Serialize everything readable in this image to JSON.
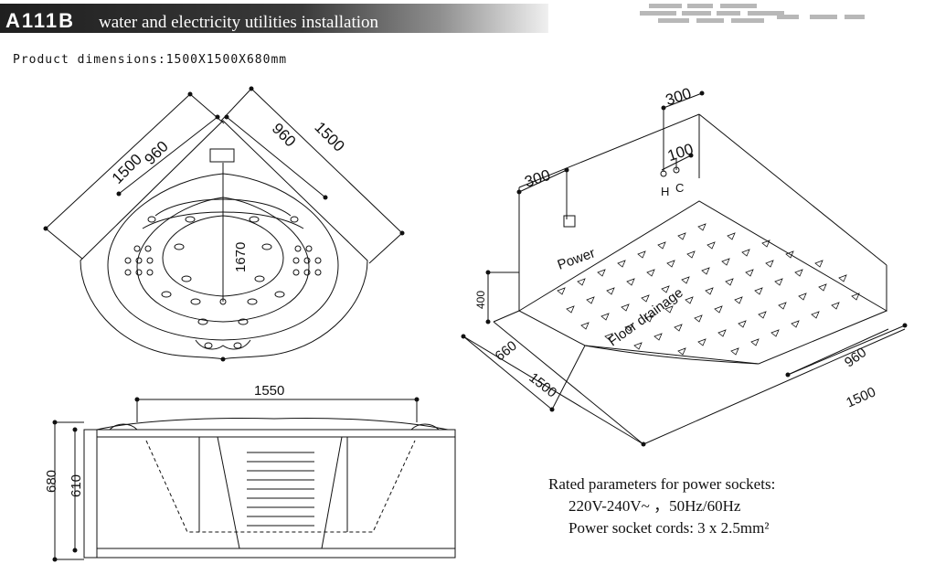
{
  "header": {
    "model": "A111B",
    "title": "water and electricity utilities installation"
  },
  "product_dimensions": "Product dimensions:1500X1500X680mm",
  "top_view": {
    "dim_left_outer": "1500",
    "dim_left_inner": "960",
    "dim_right_inner": "960",
    "dim_right_outer": "1500",
    "dim_diagonal": "1670"
  },
  "iso_view": {
    "dim_top_300": "300",
    "dim_left_300": "300",
    "dim_100": "100",
    "label_h": "H",
    "label_c": "C",
    "label_power": "Power",
    "label_floor": "Floor drainage",
    "dim_400": "400",
    "dim_660": "660",
    "dim_1500_left": "1500",
    "dim_960": "960",
    "dim_1500_right": "1500"
  },
  "side_view": {
    "dim_length": "1550",
    "dim_height": "680",
    "dim_inner": "610"
  },
  "power": {
    "heading": "Rated parameters for power sockets:",
    "voltage": "220V-240V~ ，50Hz/60Hz",
    "cords": "Power socket cords: 3 x 2.5mm²"
  },
  "colors": {
    "line": "#111111",
    "header_dark": "#1f1f1f",
    "stripe": "#b8b8b8"
  }
}
